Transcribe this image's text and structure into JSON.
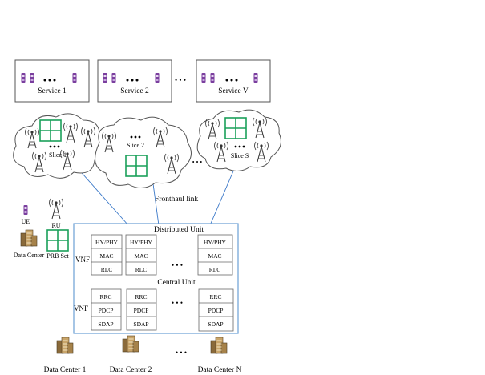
{
  "services": [
    {
      "label": "Service 1"
    },
    {
      "label": "Service 2"
    },
    {
      "label": "Service V"
    }
  ],
  "services_ellipsis": "• • •",
  "slices": [
    {
      "label": "Slice 1"
    },
    {
      "label": "Slice 2"
    },
    {
      "label": "Slice S"
    }
  ],
  "slices_ellipsis": "• • •",
  "fronthaul_label": "Fronthaul link",
  "legend": {
    "ue": "UE",
    "ru": "RU",
    "data_center": "Data Center",
    "prb_set": "PRB Set"
  },
  "distributed_unit": {
    "title": "Distributed Unit",
    "vnf_label": "VNF",
    "layers": [
      "HY/PHY",
      "MAC",
      "RLC"
    ],
    "ellipsis": "• • •"
  },
  "central_unit": {
    "title": "Central Unit",
    "vnf_label": "VNF",
    "layers": [
      "RRC",
      "PDCP",
      "SDAP"
    ],
    "ellipsis": "• • •"
  },
  "data_centers": [
    {
      "label": "Data Center 1"
    },
    {
      "label": "Data Center 2"
    },
    {
      "label": "Data Center N"
    }
  ],
  "data_centers_ellipsis": "• • •",
  "colors": {
    "prb_green": "#1aa05a",
    "ue_purple": "#7a3e9e",
    "unit_border": "#6b9fd4",
    "link_blue": "#3a78c8"
  }
}
